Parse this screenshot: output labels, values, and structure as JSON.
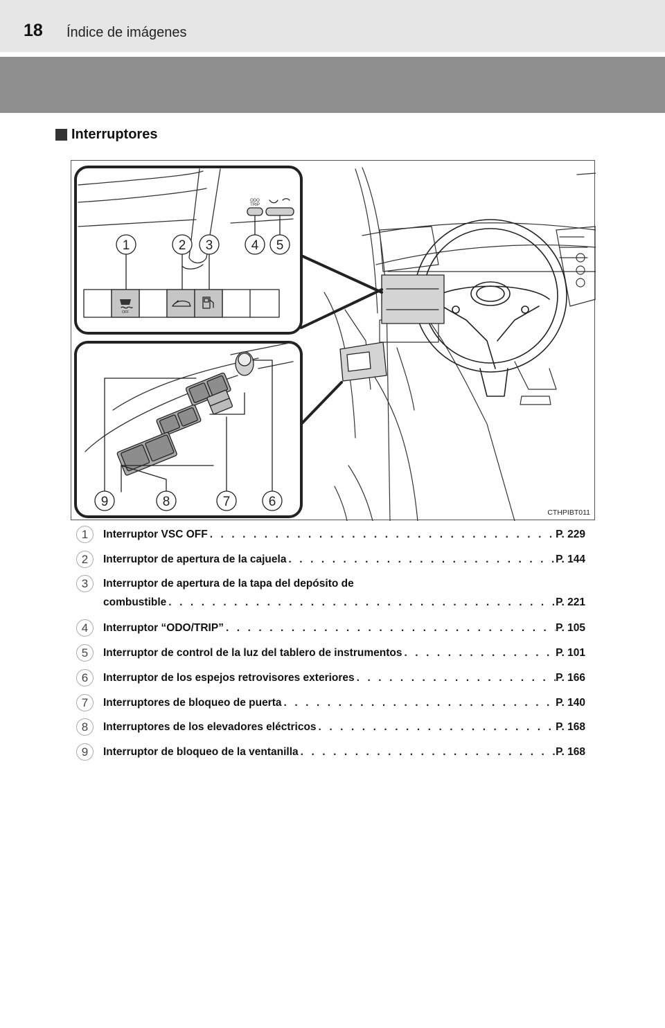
{
  "header": {
    "page_number": "18",
    "title": "Índice de imágenes"
  },
  "section": {
    "title": "Interruptores"
  },
  "figure": {
    "code": "CTHPIBT011",
    "top_labels": [
      "1",
      "2",
      "3",
      "4",
      "5"
    ],
    "bottom_labels": [
      "9",
      "8",
      "7",
      "6"
    ],
    "switch_text": {
      "odo": "ODO",
      "trip": "TRIP",
      "off": "OFF"
    }
  },
  "items": [
    {
      "num": "1",
      "label": "Interruptor VSC OFF",
      "page": "P. 229"
    },
    {
      "num": "2",
      "label": "Interruptor de apertura de la cajuela",
      "page": "P. 144"
    },
    {
      "num": "3",
      "label_line1": "Interruptor de apertura de la tapa del depósito de",
      "label": "combustible",
      "page": "P. 221"
    },
    {
      "num": "4",
      "label": "Interruptor “ODO/TRIP”",
      "page": "P. 105"
    },
    {
      "num": "5",
      "label": "Interruptor de control de la luz del tablero de instrumentos",
      "page": "P. 101"
    },
    {
      "num": "6",
      "label": "Interruptor de los espejos retrovisores exteriores",
      "page": "P. 166"
    },
    {
      "num": "7",
      "label": "Interruptores de bloqueo de puerta",
      "page": "P. 140"
    },
    {
      "num": "8",
      "label": "Interruptores de los elevadores eléctricos",
      "page": "P. 168"
    },
    {
      "num": "9",
      "label": "Interruptor de bloqueo de la ventanilla",
      "page": "P. 168"
    }
  ]
}
